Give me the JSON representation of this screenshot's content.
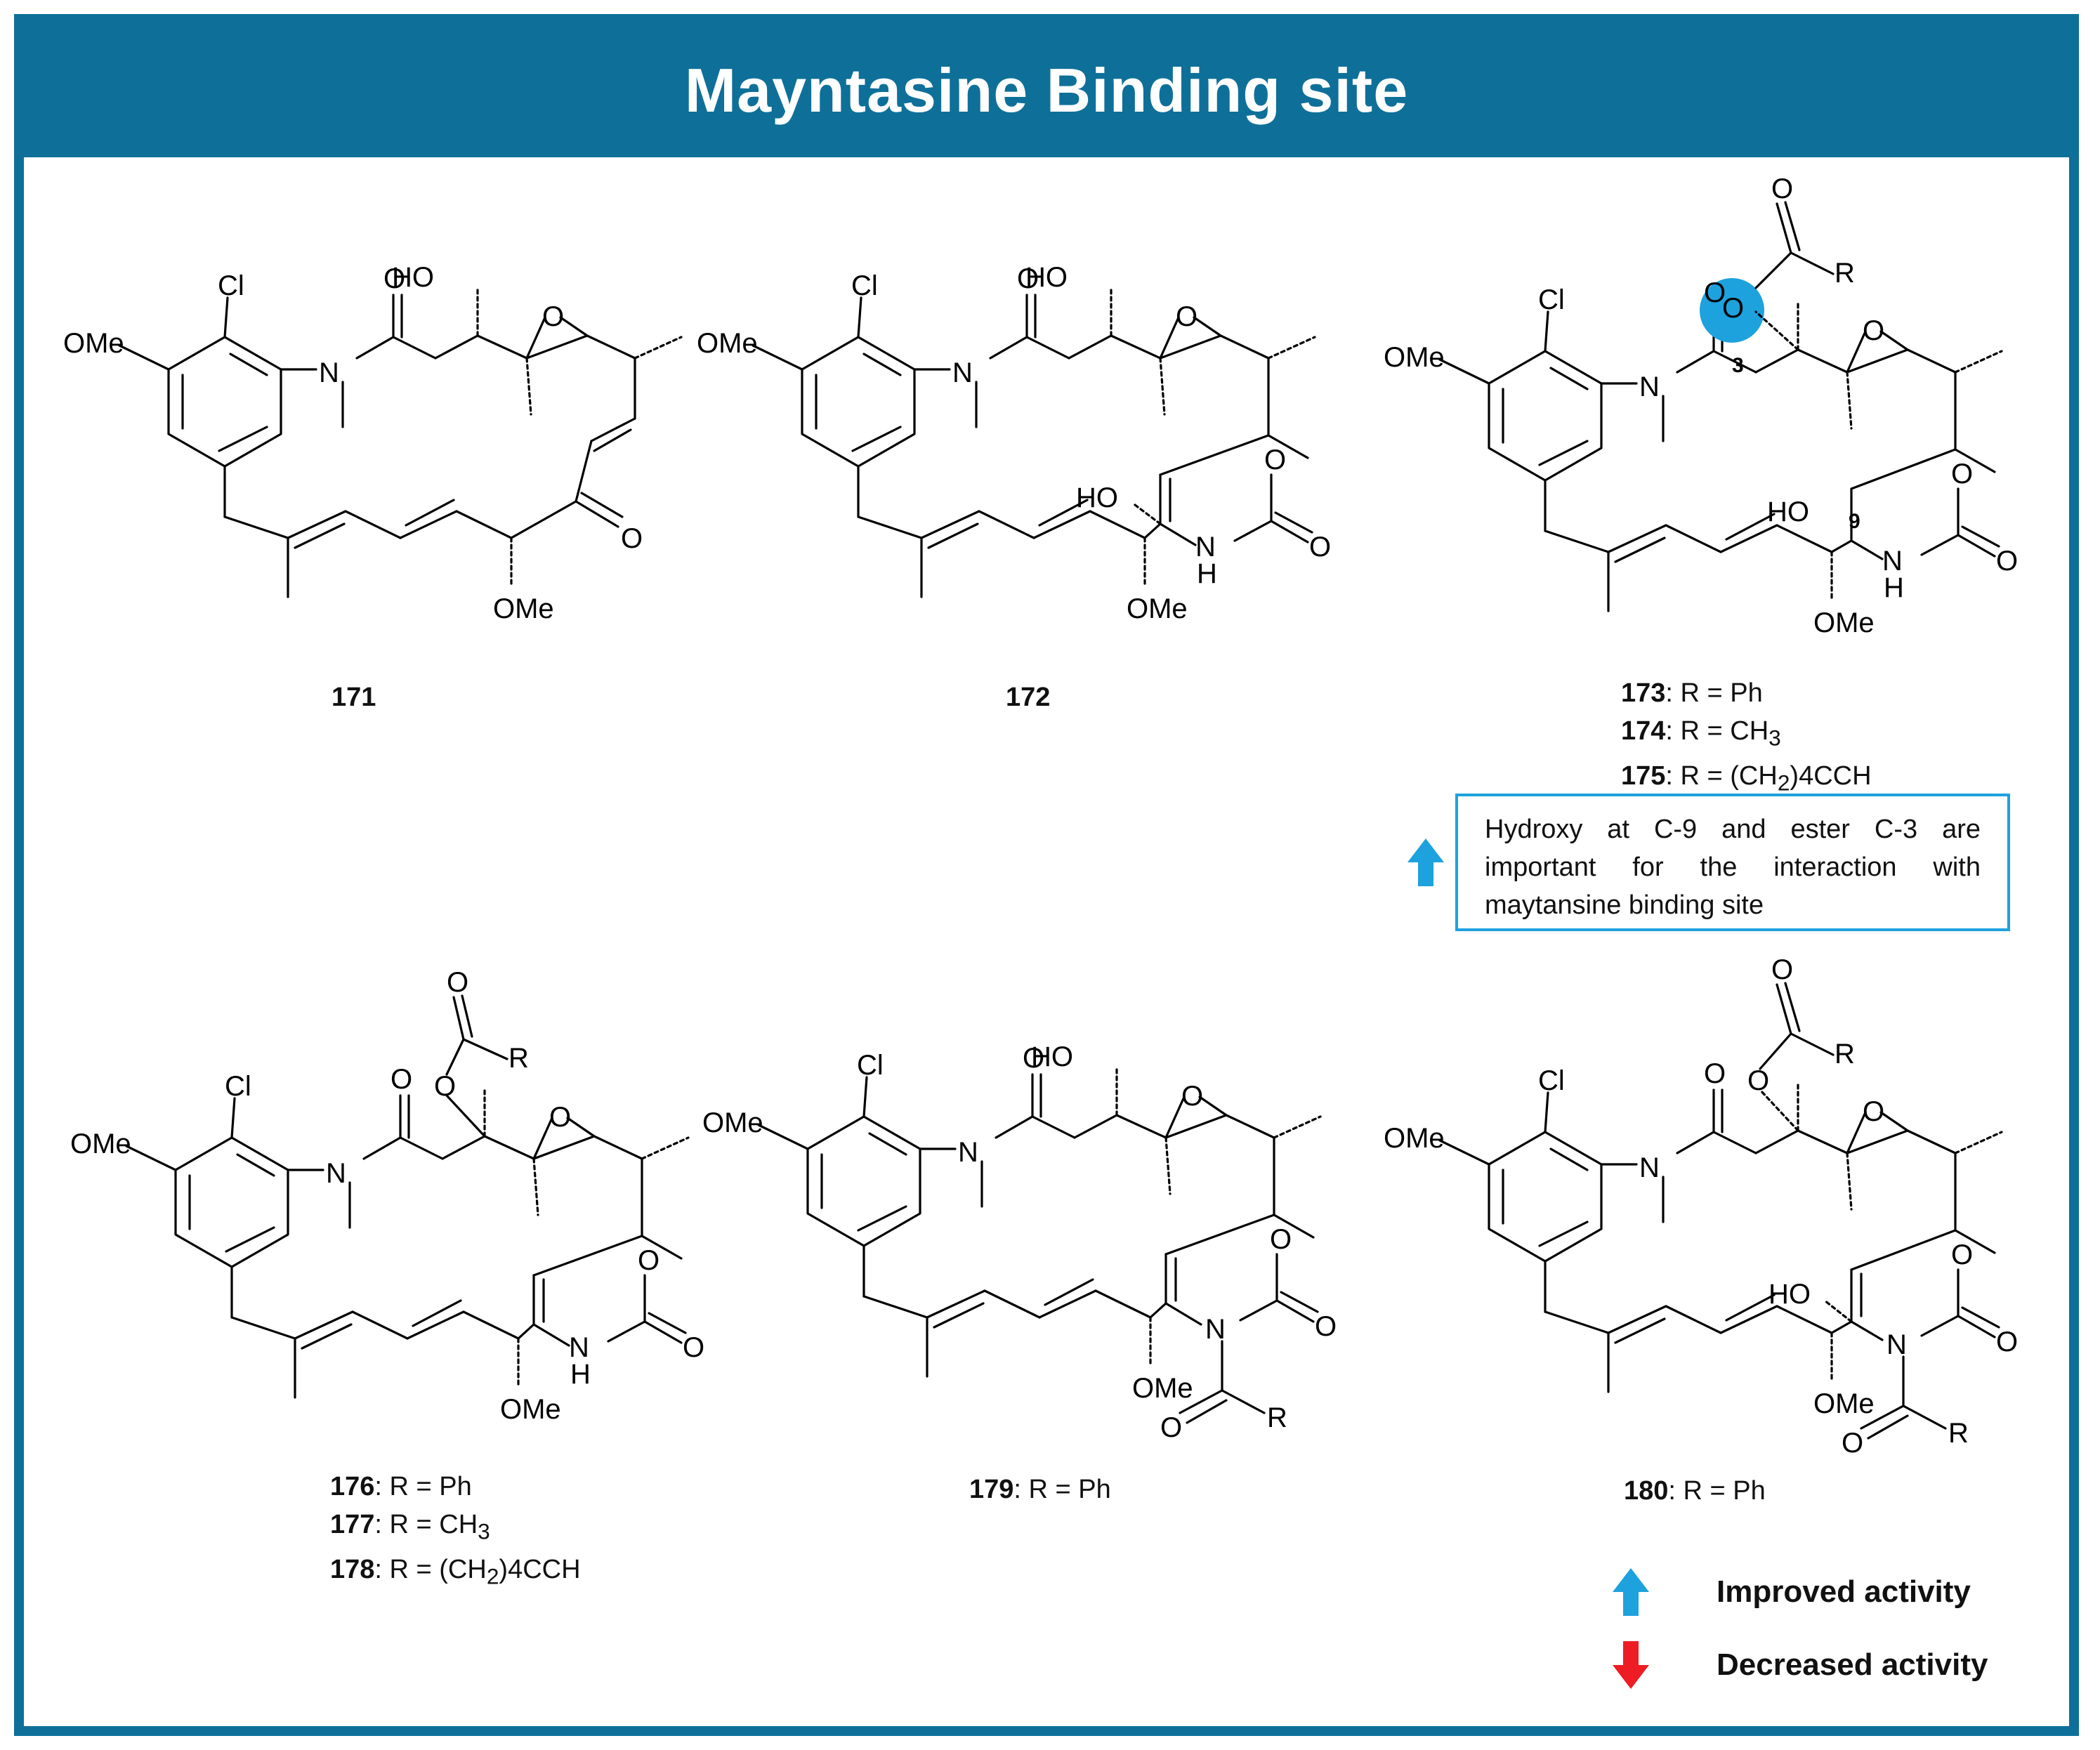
{
  "title": "Mayntasine Binding site",
  "colors": {
    "frame": "#0e7099",
    "improved": "#1da2de",
    "decreased": "#ee1c25",
    "highlight": "#1da2de"
  },
  "atom_labels": {
    "cl": "Cl",
    "ome": "OMe",
    "n": "N",
    "nh": "N",
    "h": "H",
    "o": "O",
    "ho": "HO",
    "r": "R",
    "locant_3": "3",
    "locant_9": "9"
  },
  "compounds": {
    "c171": {
      "id": "171"
    },
    "c172": {
      "id": "172"
    },
    "c173": {
      "lines": [
        {
          "id": "173",
          "text": ": R = Ph"
        },
        {
          "id": "174",
          "text": ": R = CH",
          "sub": "3",
          "tail": ""
        },
        {
          "id": "175",
          "text": ": R = (CH",
          "sub": "2",
          "tail": ")4CCH"
        }
      ]
    },
    "c176": {
      "lines": [
        {
          "id": "176",
          "text": ": R = Ph"
        },
        {
          "id": "177",
          "text": ": R = CH",
          "sub": "3",
          "tail": ""
        },
        {
          "id": "178",
          "text": ": R = (CH",
          "sub": "2",
          "tail": ")4CCH"
        }
      ]
    },
    "c179": {
      "id": "179",
      "text": ": R = Ph"
    },
    "c180": {
      "id": "180",
      "text": ": R = Ph"
    }
  },
  "note": "Hydroxy at C-9 and ester C-3 are important for the interaction with maytansine binding site",
  "legend": {
    "improved": "Improved activity",
    "decreased": "Decreased activity"
  }
}
